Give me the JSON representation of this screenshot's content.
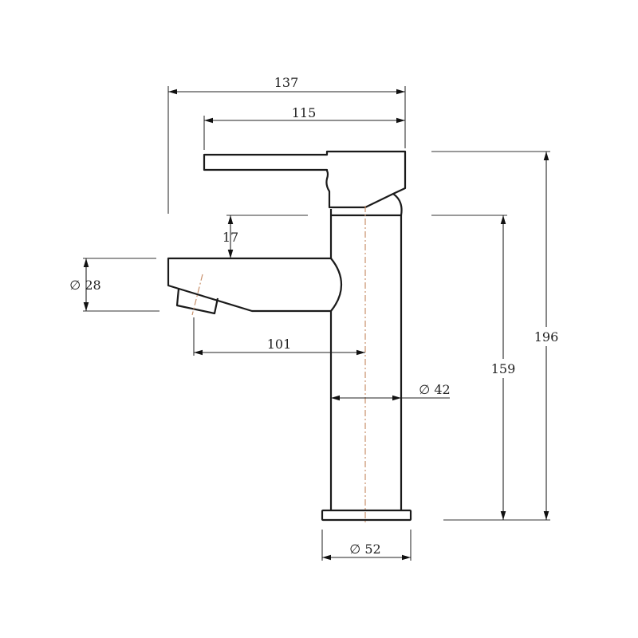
{
  "drawing": {
    "subject": "basin mixer tap side elevation",
    "units": "mm",
    "colors": {
      "outline": "#1a1a1a",
      "centerline": "#c8906a",
      "dimension": "#222222"
    },
    "dimensions": {
      "overall_width": "137",
      "lever_to_body": "115",
      "spout_clearance": "17",
      "spout_diameter": "∅ 28",
      "spout_reach": "101",
      "body_diameter": "∅ 42",
      "base_diameter": "∅ 52",
      "body_height": "159",
      "overall_height": "196"
    }
  }
}
